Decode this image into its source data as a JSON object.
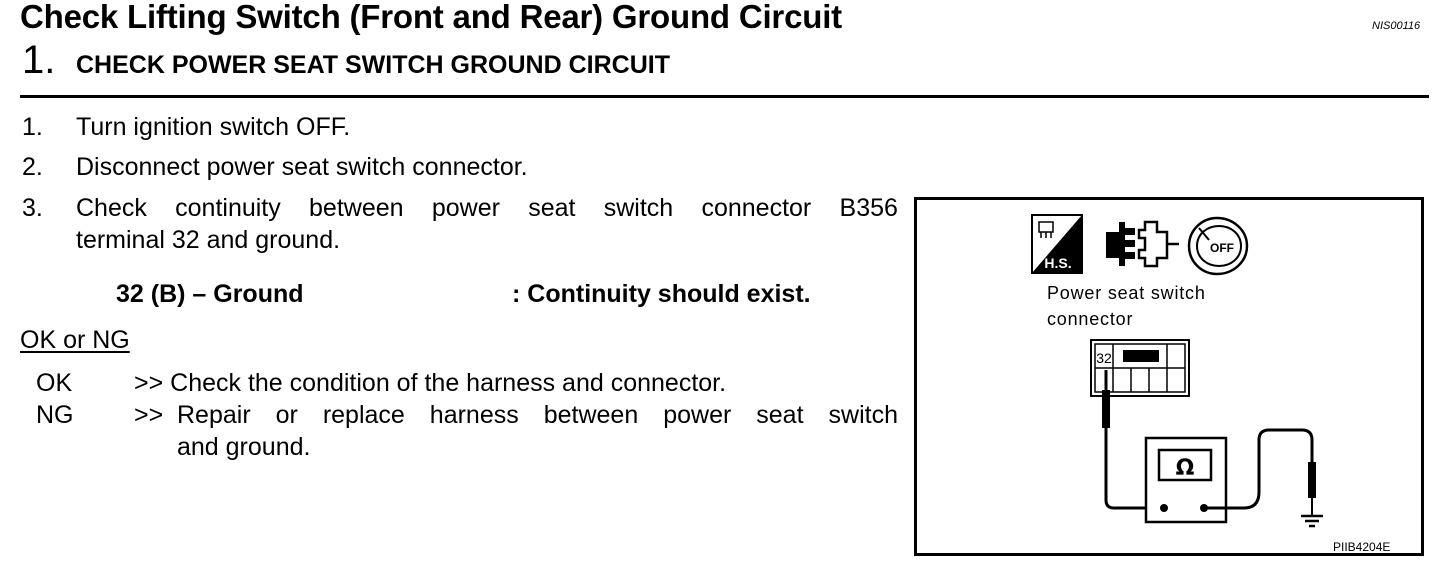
{
  "title": "Check Lifting Switch (Front and Rear) Ground Circuit",
  "ref_code": "NIS00116",
  "step": {
    "number": "1.",
    "title": "CHECK POWER SEAT SWITCH GROUND CIRCUIT"
  },
  "instructions": [
    {
      "num": "1.",
      "text": "Turn ignition switch OFF."
    },
    {
      "num": "2.",
      "text": "Disconnect power seat switch connector."
    },
    {
      "num": "3.",
      "words": [
        "Check",
        "continuity",
        "between",
        "power",
        "seat",
        "switch",
        "connector",
        "B356"
      ],
      "text2": "terminal 32 and ground."
    }
  ],
  "spec": {
    "terminal": "32 (B) – Ground",
    "result": ": Continuity should exist."
  },
  "ok_ng": {
    "heading": "OK or NG",
    "ok_label": "OK",
    "ok_text": ">> Check the condition of the harness and connector.",
    "ng_label": "NG",
    "ng_arrow": ">>",
    "ng_words": [
      "Repair",
      "or",
      "replace",
      "harness",
      "between",
      "power",
      "seat",
      "switch"
    ],
    "ng_text2": "and ground."
  },
  "figure": {
    "hs_label": "H.S.",
    "off_label": "OFF",
    "connector_label_line1": "Power seat switch",
    "connector_label_line2": "connector",
    "terminal_label": "32",
    "ohm_symbol": "Ω",
    "code": "PIIB4204E"
  }
}
